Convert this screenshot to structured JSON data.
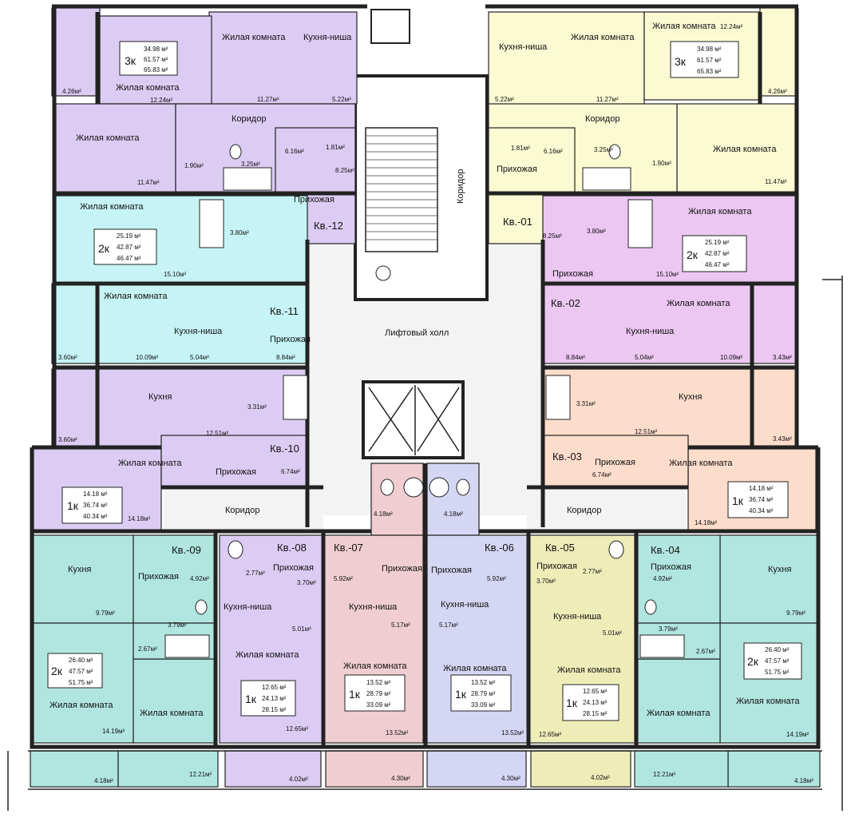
{
  "colors": {
    "purple": "#dcccf4",
    "yellow": "#fbfad2",
    "cyan": "#c6f4f6",
    "pink_lilac": "#ecc7f2",
    "peach": "#fcdcca",
    "teal": "#b1e6e0",
    "rose": "#f0cdd0",
    "lavender": "#d5d6f4",
    "khaki": "#eeedb8",
    "hall": "#f3f3f3",
    "wall": "#222222"
  },
  "hall": {
    "lift_hall": "Лифтовый холл",
    "corridor_center": "Коридор",
    "corridor_left": "Коридор",
    "corridor_right": "Коридор"
  },
  "apartments": [
    {
      "id": "kv12",
      "label": "Кв.-12",
      "rooms": "3к",
      "areas": [
        "34.98 м²",
        "61.57 м²",
        "65.83 м²"
      ]
    },
    {
      "id": "kv01",
      "label": "Кв.-01",
      "rooms": "3к",
      "areas": [
        "34.98 м²",
        "61.57 м²",
        "65.83 м²"
      ]
    },
    {
      "id": "kv11",
      "label": "Кв.-11",
      "rooms": "2к",
      "areas": [
        "25.19 м²",
        "42.87 м²",
        "46.47 м²"
      ]
    },
    {
      "id": "kv02",
      "label": "Кв.-02",
      "rooms": "2к",
      "areas": [
        "25.19 м²",
        "42.87 м²",
        "46.47 м²"
      ]
    },
    {
      "id": "kv10",
      "label": "Кв.-10",
      "rooms": "1к",
      "areas": [
        "14.18 м²",
        "36.74 м²",
        "40.34 м²"
      ]
    },
    {
      "id": "kv03",
      "label": "Кв.-03",
      "rooms": "1к",
      "areas": [
        "14.18 м²",
        "36.74 м²",
        "40.34 м²"
      ]
    },
    {
      "id": "kv09",
      "label": "Кв.-09",
      "rooms": "2к",
      "areas": [
        "26.40 м²",
        "47.57 м²",
        "51.75 м²"
      ]
    },
    {
      "id": "kv04",
      "label": "Кв.-04",
      "rooms": "2к",
      "areas": [
        "26.40 м²",
        "47.57 м²",
        "51.75 м²"
      ]
    },
    {
      "id": "kv08",
      "label": "Кв.-08",
      "rooms": "1к",
      "areas": [
        "12.65 м²",
        "24.13 м²",
        "28.15 м²"
      ]
    },
    {
      "id": "kv05",
      "label": "Кв.-05",
      "rooms": "1к",
      "areas": [
        "12.65 м²",
        "24.13 м²",
        "28.15 м²"
      ]
    },
    {
      "id": "kv07",
      "label": "Кв.-07",
      "rooms": "1к",
      "areas": [
        "13.52 м²",
        "28.79 м²",
        "33.09 м²"
      ]
    },
    {
      "id": "kv06",
      "label": "Кв.-06",
      "rooms": "1к",
      "areas": [
        "13.52 м²",
        "28.79 м²",
        "33.09 м²"
      ]
    }
  ],
  "labels": {
    "kv12": {
      "room_top": "Жилая комната",
      "kitchen_niche": "Кухня-ниша",
      "room_mid": "Жилая комната",
      "room_left": "Жилая комната",
      "corridor": "Коридор",
      "hallway": "Прихожая",
      "a_balcony": "4.26м²",
      "a_room_mid": "12.24м²",
      "a_room_top": "11.27м²",
      "a_niche": "5.22м²",
      "a_room_left": "11.47м²",
      "a_wc": "1.90м²",
      "a_bath": "3.25м²",
      "a_corr": "6.16м²",
      "a_wc2": "1.81м²",
      "a_hall": "8.25м²"
    },
    "kv01": {
      "kitchen_niche": "Кухня-ниша",
      "room_top": "Жилая комната",
      "room_top2": "Жилая комната",
      "corridor": "Коридор",
      "room_right": "Жилая комната",
      "hallway": "Прихожая",
      "a_room_top2": "12.24м²",
      "a_balcony": "4.26м²",
      "a_niche": "5.22м²",
      "a_room_top": "11.27м²",
      "a_wc": "1.81м²",
      "a_corr": "6.16м²",
      "a_bath": "3.25м²",
      "a_wc2": "1.90м²",
      "a_room_right": "11.47м²",
      "a_hall": "8.25м²"
    },
    "kv11": {
      "room_top": "Жилая комната",
      "room_low": "Жилая комната",
      "kitchen_niche": "Кухня-ниша",
      "hallway": "Прихожая",
      "a_bath": "3.80м²",
      "a_room_top": "15.10м²",
      "a_balcony": "3.60м²",
      "a_room_low": "10.09м²",
      "a_niche": "5.04м²",
      "a_hall": "8.84м²"
    },
    "kv02": {
      "room_top": "Жилая комната",
      "hallway": "Прихожая",
      "room_low": "Жилая комната",
      "kitchen_niche": "Кухня-ниша",
      "a_bath": "3.80м²",
      "a_room_top": "15.10м²",
      "a_hall": "8.84м²",
      "a_niche": "5.04м²",
      "a_room_low": "10.09м²",
      "a_balcony": "3.43м²"
    },
    "kv10": {
      "kitchen": "Кухня",
      "room": "Жилая комната",
      "hallway": "Прихожая",
      "a_bath": "3.31м²",
      "a_kitchen": "12.51м²",
      "a_balcony": "3.60м²",
      "a_hall": "6.74м²",
      "a_room": "14.18м²"
    },
    "kv03": {
      "kitchen": "Кухня",
      "hallway": "Прихожая",
      "room": "Жилая комната",
      "a_bath": "3.31м²",
      "a_kitchen": "12.51м²",
      "a_balcony": "3.43м²",
      "a_hall": "6.74м²",
      "a_room": "14.18м²"
    },
    "kv09": {
      "kitchen": "Кухня",
      "hallway": "Прихожая",
      "room_left": "Жилая комната",
      "room_right": "Жилая комната",
      "a_hall": "4.92м²",
      "a_kitchen": "9.79м²",
      "a_bath": "3.79м²",
      "a_corr": "2.67м²",
      "a_room_left": "14.19м²",
      "a_room_right": "12.21м²",
      "a_balcony": "4.18м²"
    },
    "kv04": {
      "hallway": "Прихожая",
      "kitchen": "Кухня",
      "room_left": "Жилая комната",
      "room_right": "Жилая комната",
      "a_hall": "4.92м²",
      "a_kitchen": "9.79м²",
      "a_bath": "3.79м²",
      "a_corr": "2.67м²",
      "a_room_left": "12.21м²",
      "a_room_right": "14.19м²",
      "a_balcony": "4.18м²"
    },
    "kv08": {
      "hallway": "Прихожая",
      "kitchen_niche": "Кухня-ниша",
      "room": "Жилая комната",
      "a_wc": "2.77м²",
      "a_hall": "3.70м²",
      "a_niche": "5.01м²",
      "a_room": "12.65м²",
      "a_balcony": "4.02м²"
    },
    "kv05": {
      "hallway": "Прихожая",
      "kitchen_niche": "Кухня-ниша",
      "room": "Жилая комната",
      "a_hall": "3.70м²",
      "a_wc": "2.77м²",
      "a_niche": "5.01м²",
      "a_room": "12.65м²",
      "a_balcony": "4.02м²"
    },
    "kv07": {
      "hallway": "Прихожая",
      "kitchen_niche": "Кухня-ниша",
      "room": "Жилая комната",
      "a_bath": "4.18м²",
      "a_hall": "5.92м²",
      "a_niche": "5.17м²",
      "a_room": "13.52м²",
      "a_balcony": "4.30м²"
    },
    "kv06": {
      "hallway": "Прихожая",
      "kitchen_niche": "Кухня-ниша",
      "room": "Жилая комната",
      "a_bath": "4.18м²",
      "a_hall": "5.92м²",
      "a_niche": "5.17м²",
      "a_room": "13.52м²",
      "a_balcony": "4.30м²"
    }
  }
}
